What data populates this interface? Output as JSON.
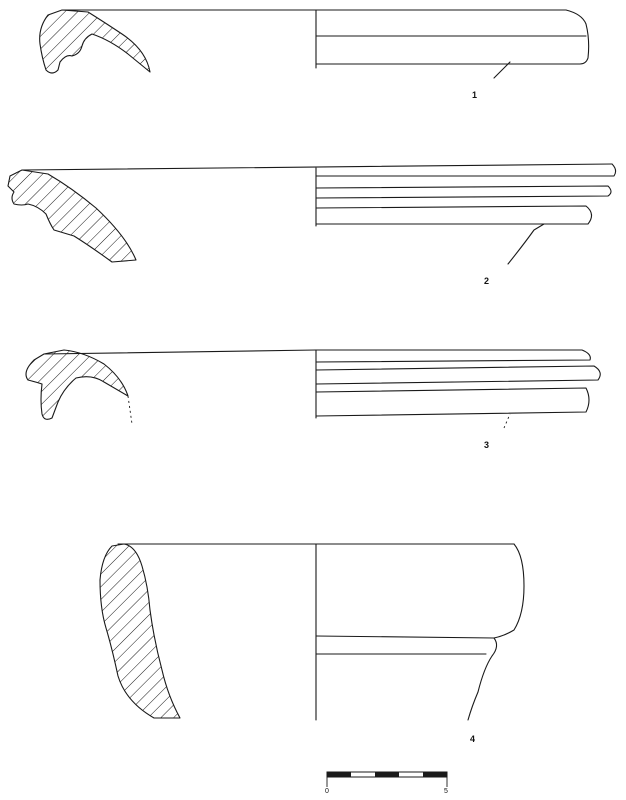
{
  "figures": [
    {
      "label": "1"
    },
    {
      "label": "2"
    },
    {
      "label": "3"
    },
    {
      "label": "4"
    }
  ],
  "scale_bar": {
    "start_label": "0",
    "end_label": "5"
  }
}
